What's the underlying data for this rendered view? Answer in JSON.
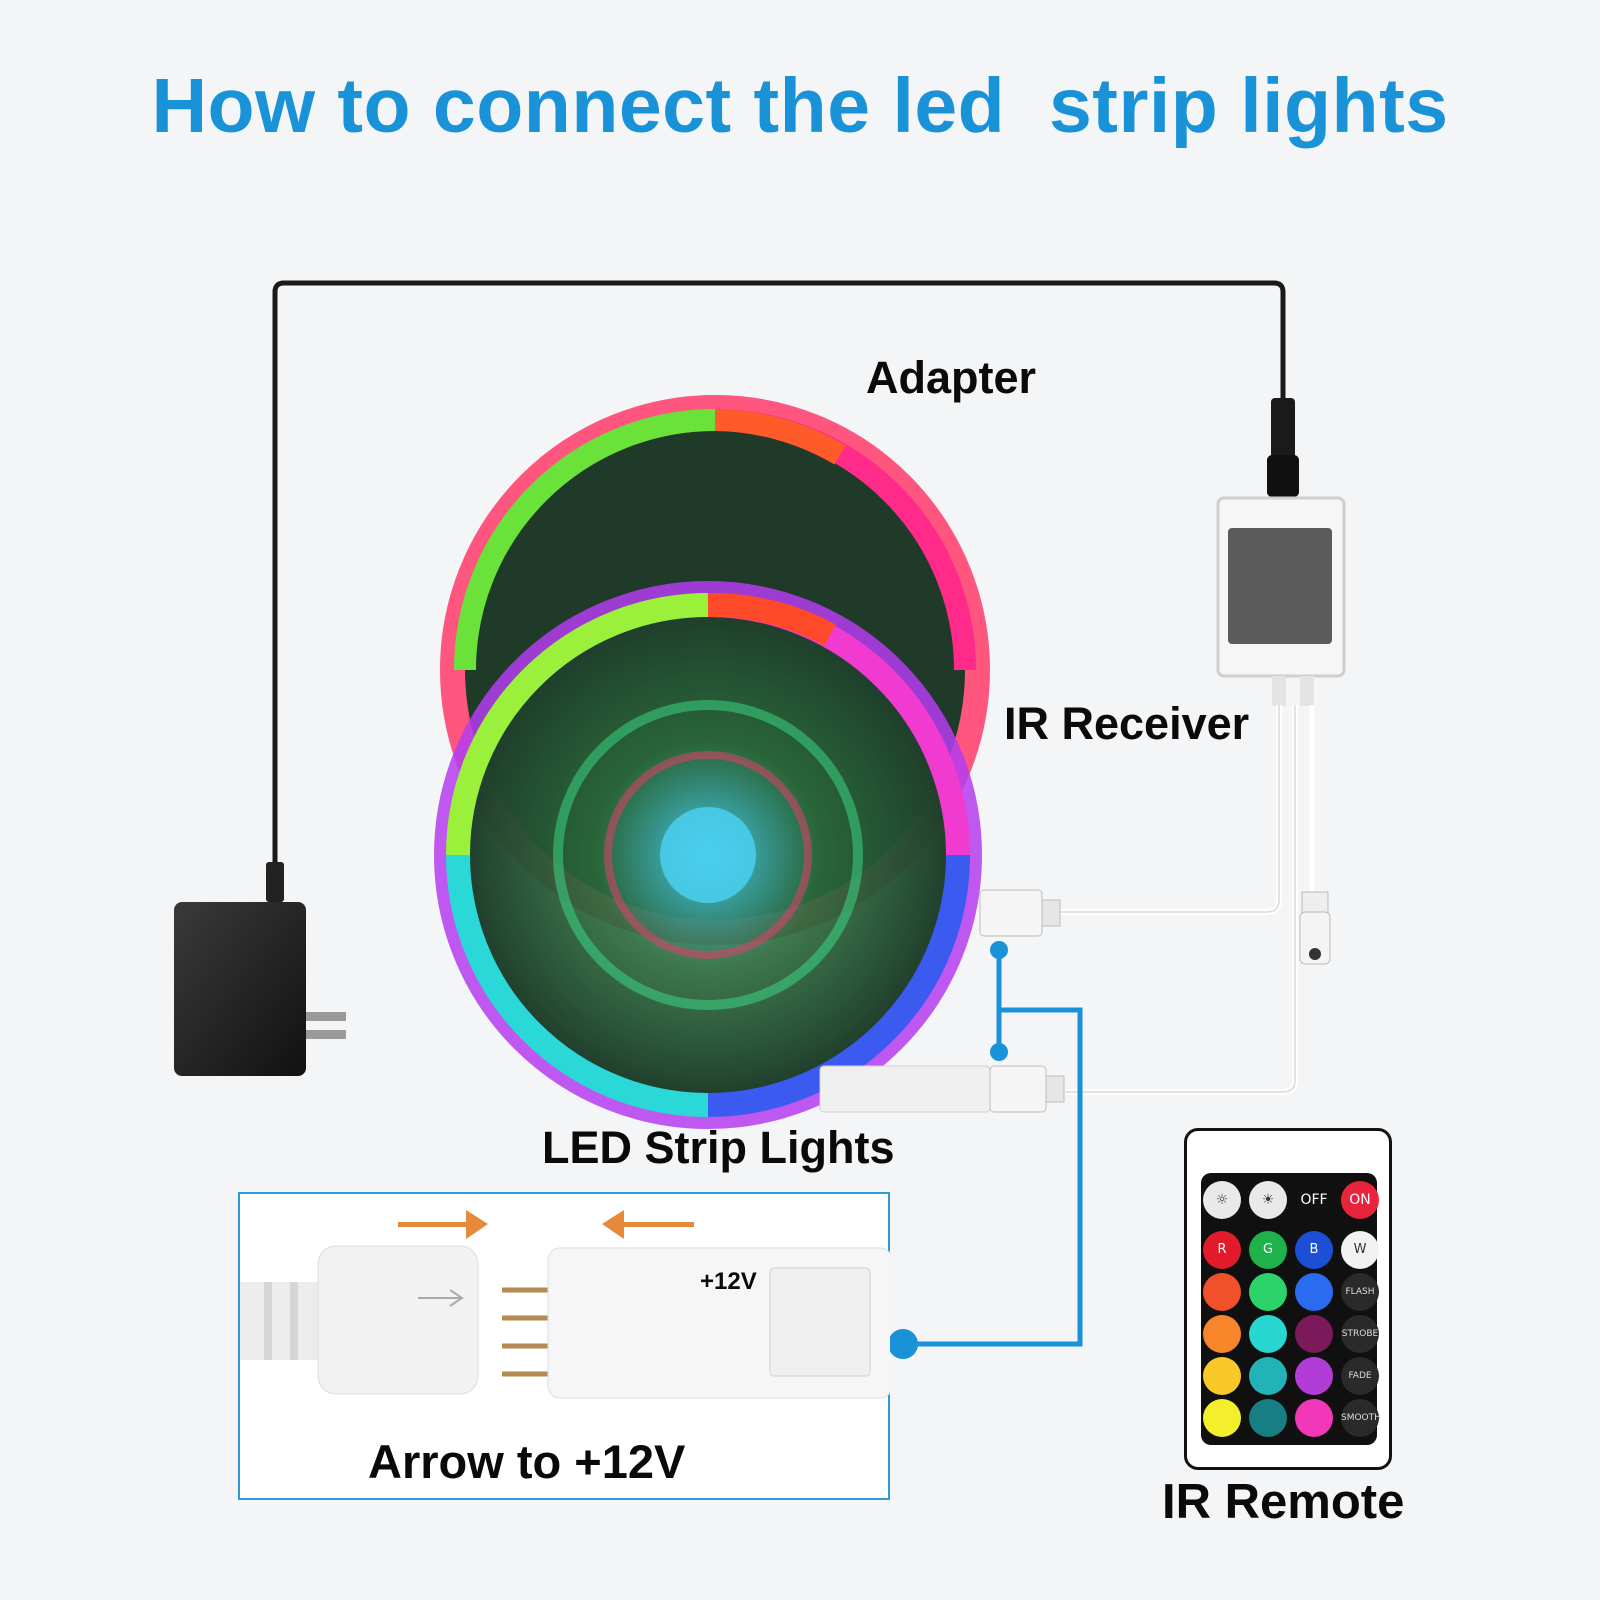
{
  "title": "How to connect the led  strip lights",
  "labels": {
    "adapter": "Adapter",
    "ir_receiver": "IR Receiver",
    "led_strip_lights": "LED Strip Lights",
    "arrow_to_12v": "Arrow to +12V",
    "ir_remote": "IR Remote",
    "plus_12v": "+12V"
  },
  "remote": {
    "top_row": [
      {
        "icon": "brightness-down-icon",
        "text": "☼",
        "color": "#e9e9e9"
      },
      {
        "icon": "brightness-up-icon",
        "text": "☀",
        "color": "#e9e9e9"
      },
      {
        "icon": "off-button",
        "text": "OFF",
        "color": "#111111"
      },
      {
        "icon": "on-button",
        "text": "ON",
        "color": "#e8243c"
      }
    ],
    "color_rows": [
      [
        {
          "text": "R",
          "color": "#e21b2a"
        },
        {
          "text": "G",
          "color": "#1fb24a"
        },
        {
          "text": "B",
          "color": "#1d4fd6"
        },
        {
          "text": "W",
          "color": "#f2f2f2"
        }
      ],
      [
        {
          "text": "",
          "color": "#f0502a"
        },
        {
          "text": "",
          "color": "#2bd36a"
        },
        {
          "text": "",
          "color": "#2a6bf0"
        },
        {
          "text": "FLASH",
          "color": "#2a2a2a"
        }
      ],
      [
        {
          "text": "",
          "color": "#f7862b"
        },
        {
          "text": "",
          "color": "#28d6d2"
        },
        {
          "text": "",
          "color": "#7a1a5a"
        },
        {
          "text": "STROBE",
          "color": "#2a2a2a"
        }
      ],
      [
        {
          "text": "",
          "color": "#f9c92a"
        },
        {
          "text": "",
          "color": "#22b3b8"
        },
        {
          "text": "",
          "color": "#b23cd6"
        },
        {
          "text": "FADE",
          "color": "#2a2a2a"
        }
      ],
      [
        {
          "text": "",
          "color": "#f4ef2c"
        },
        {
          "text": "",
          "color": "#177e84"
        },
        {
          "text": "",
          "color": "#f238b8"
        },
        {
          "text": "SMOOTH",
          "color": "#2a2a2a"
        }
      ]
    ]
  },
  "colors": {
    "title": "#1a92d8",
    "wire_blue": "#1a92d8",
    "power_cable": "#1a1a1a",
    "arrow_orange": "#e58a3a"
  }
}
